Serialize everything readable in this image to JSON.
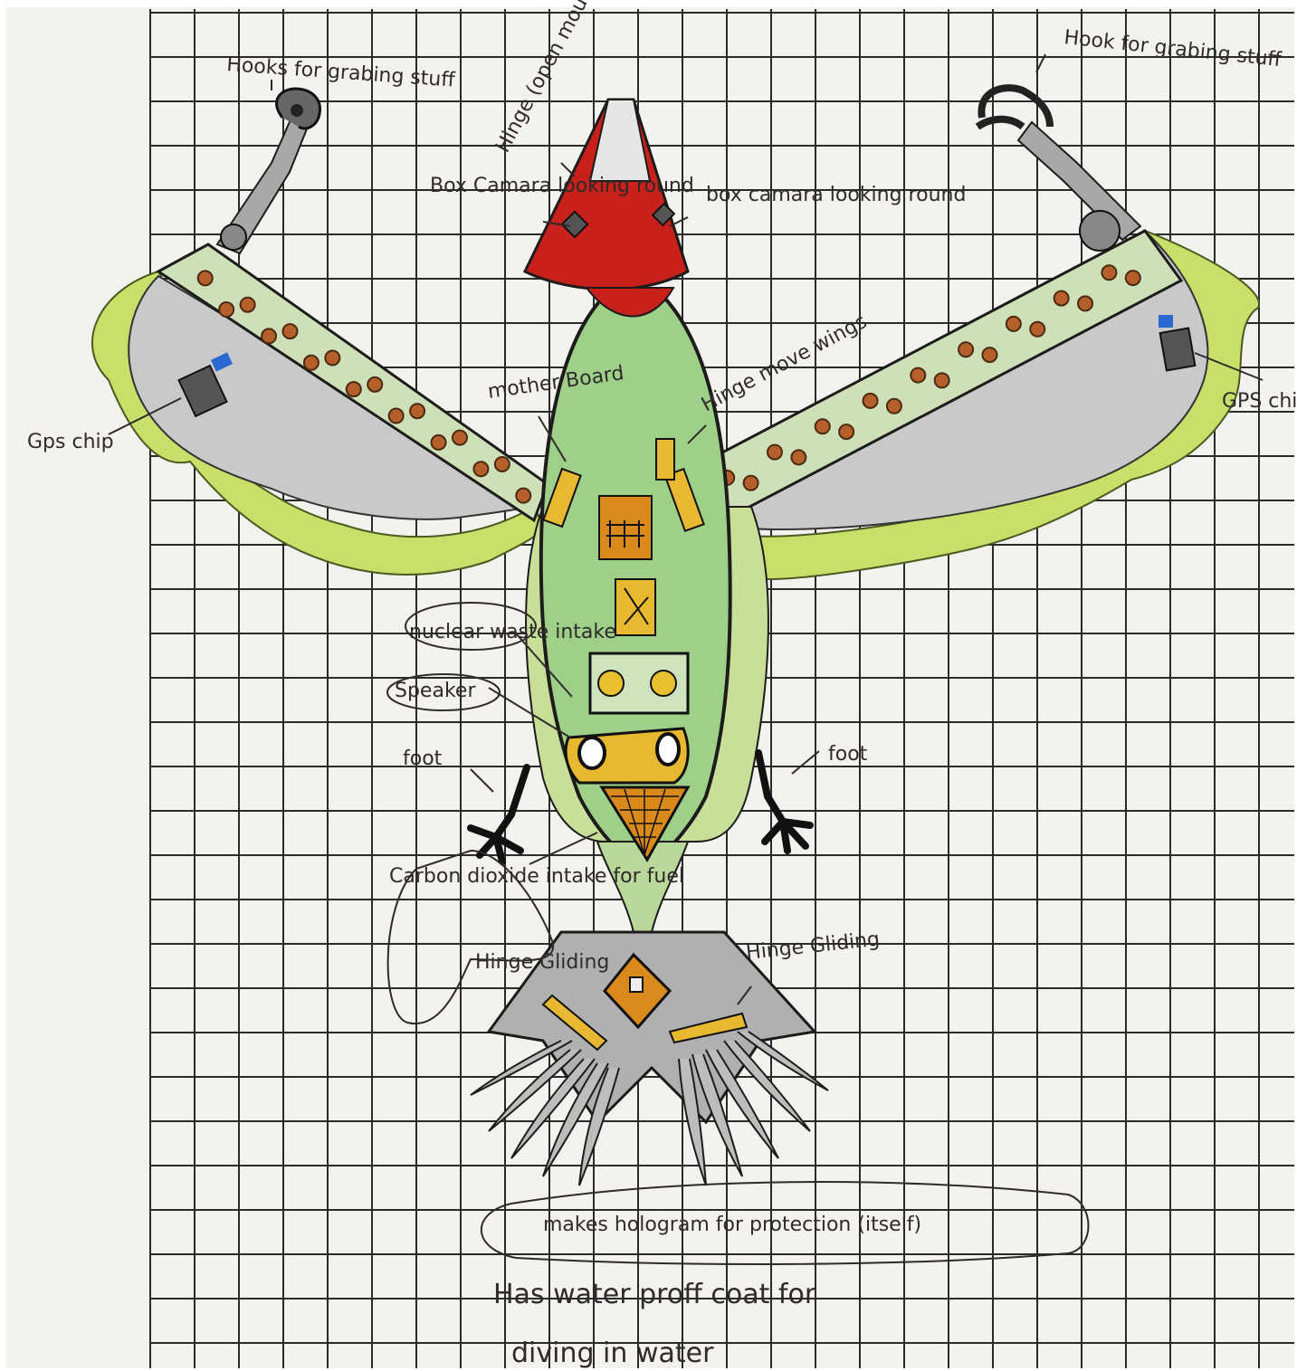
{
  "colors": {
    "paper": "#f3f2ee",
    "grid": "#2a2a2a",
    "nose_red": "#c8201a",
    "body_green": "#b8d89a",
    "wing_gray": "#c9c9c9",
    "wing_edge": "#c8df6a",
    "panel_orange": "#d98a1a",
    "panel_yellow": "#e8b830",
    "bolt_brown": "#8a4a1a",
    "ink": "#1e1c1b"
  },
  "labels": {
    "hooks_left": "Hooks for grabing stuff",
    "hook_right": "Hook for grabing stuff",
    "hinge_open_mouth": "Hinge (open mouth)",
    "box_camera_left": "Box Camara looking round",
    "box_camera_right": "box camara looking round",
    "mother_board": "mother Board",
    "hinge_move_wings": "Hinge move wings",
    "gps_chip_left": "Gps chip",
    "gps_chip_right": "GPS chip",
    "nuclear_waste": "nuclear waste intake",
    "speaker": "Speaker",
    "foot_left": "foot",
    "foot_right": "foot",
    "carbon_dioxide": "Carbon dioxide intake for fuel",
    "hinge_gliding_left": "Hinge Gliding",
    "hinge_gliding_right": "Hinge Gliding",
    "hologram": "makes hologram for protection (itself)",
    "water_proof_1": "Has water proff coat for",
    "water_proof_2": "diving in water"
  },
  "icons": [
    "hook-icon",
    "camera-icon",
    "gps-chip-icon",
    "motherboard-icon",
    "speaker-icon",
    "bolt-icon"
  ]
}
